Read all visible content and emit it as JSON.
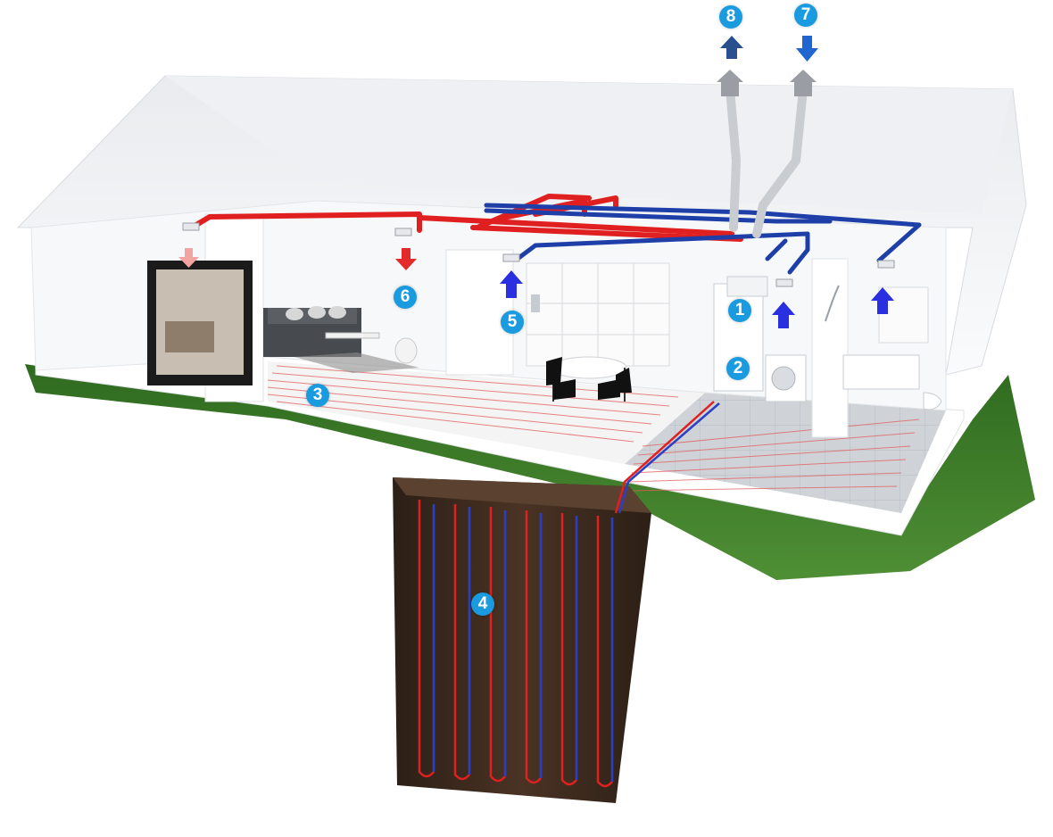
{
  "markers": [
    {
      "id": "1",
      "label": "1"
    },
    {
      "id": "2",
      "label": "2"
    },
    {
      "id": "3",
      "label": "3"
    },
    {
      "id": "4",
      "label": "4"
    },
    {
      "id": "5",
      "label": "5"
    },
    {
      "id": "6",
      "label": "6"
    },
    {
      "id": "7",
      "label": "7"
    },
    {
      "id": "8",
      "label": "8"
    }
  ],
  "colors": {
    "marker": "#1a9be0",
    "hot_pipe": "#e02020",
    "cold_pipe": "#1f3fa8",
    "exhaust_arrow": "#2a4f8f",
    "supply_arrow": "#1f66d1",
    "extract_arrow": "#2a2fe0",
    "grass": "#3f7a2a",
    "soil": "#3b2a1e"
  },
  "icons": {
    "exhaust_arrow": "arrow-up-icon",
    "intake_arrow": "arrow-down-icon",
    "supply_air_arrow": "arrow-down-icon",
    "extract_air_arrow": "arrow-up-icon"
  }
}
